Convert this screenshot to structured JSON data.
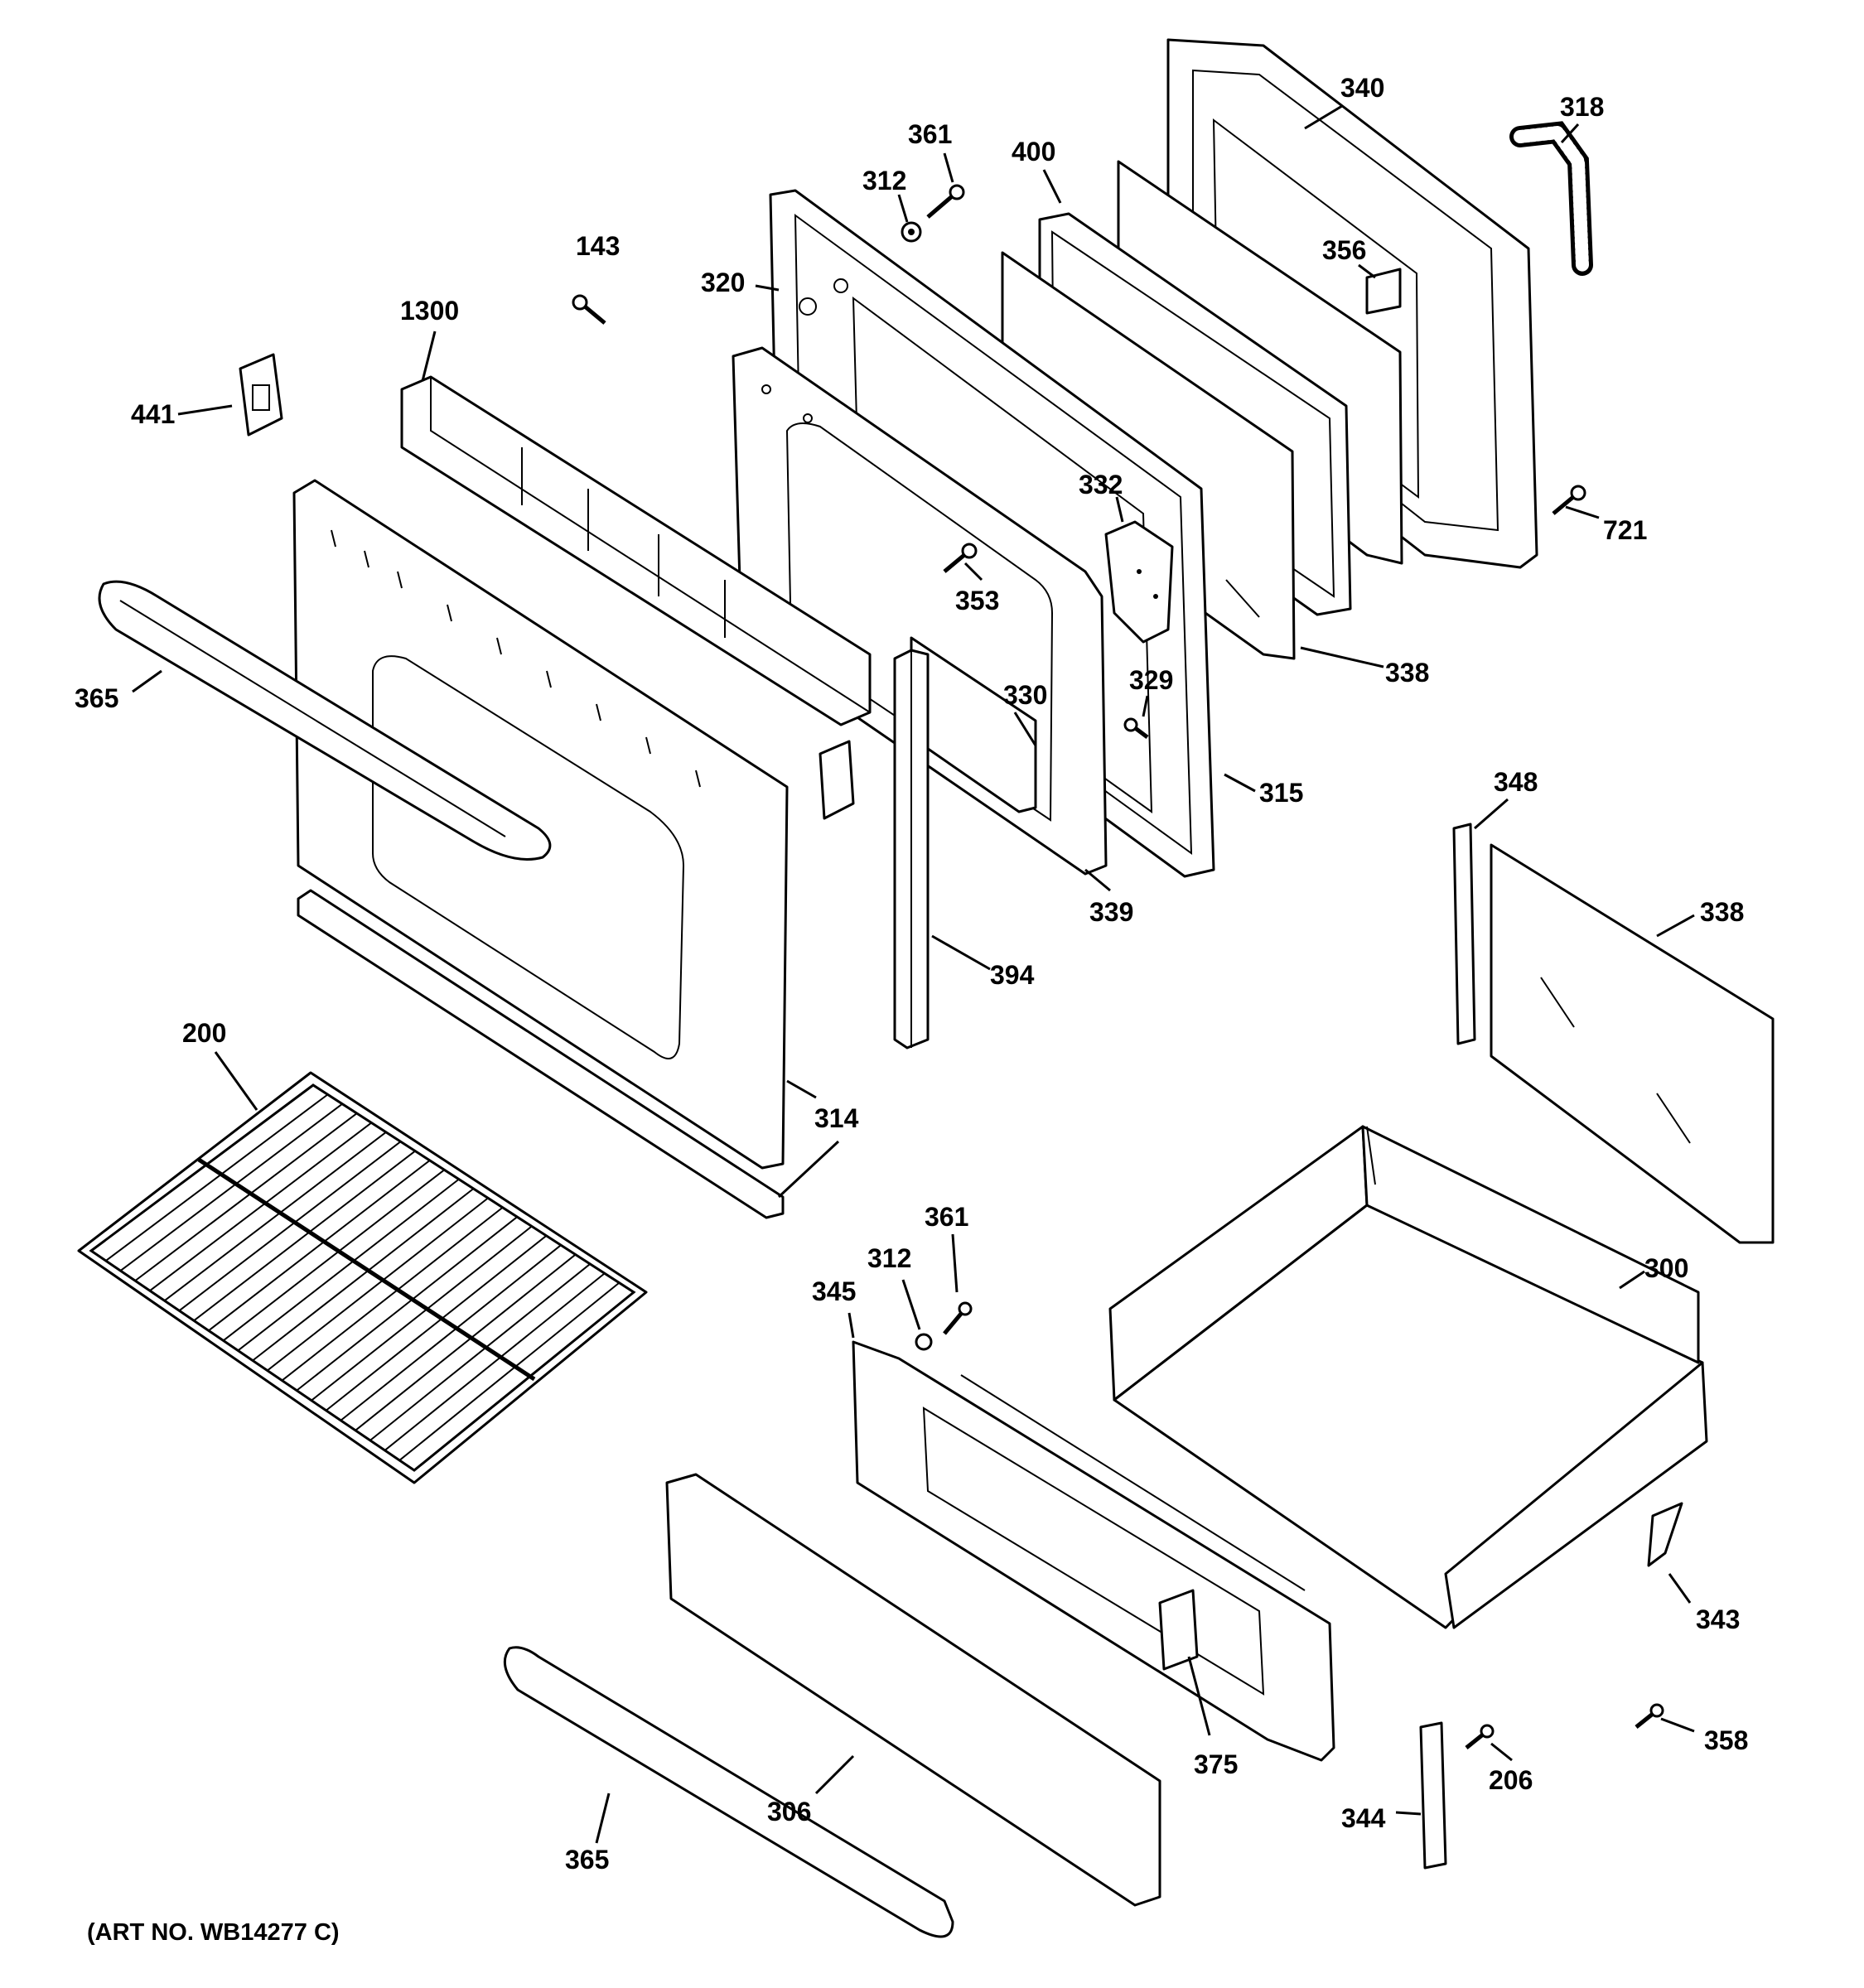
{
  "diagram": {
    "art_number": "(ART NO. WB14277 C)",
    "callouts": [
      {
        "id": "c340",
        "label": "340"
      },
      {
        "id": "c318",
        "label": "318"
      },
      {
        "id": "c361a",
        "label": "361"
      },
      {
        "id": "c400",
        "label": "400"
      },
      {
        "id": "c312a",
        "label": "312"
      },
      {
        "id": "c143",
        "label": "143"
      },
      {
        "id": "c320",
        "label": "320"
      },
      {
        "id": "c356",
        "label": "356"
      },
      {
        "id": "c1300",
        "label": "1300"
      },
      {
        "id": "c441",
        "label": "441"
      },
      {
        "id": "c332",
        "label": "332"
      },
      {
        "id": "c721",
        "label": "721"
      },
      {
        "id": "c353",
        "label": "353"
      },
      {
        "id": "c338a",
        "label": "338"
      },
      {
        "id": "c365a",
        "label": "365"
      },
      {
        "id": "c329",
        "label": "329"
      },
      {
        "id": "c330",
        "label": "330"
      },
      {
        "id": "c315",
        "label": "315"
      },
      {
        "id": "c348",
        "label": "348"
      },
      {
        "id": "c339",
        "label": "339"
      },
      {
        "id": "c338b",
        "label": "338"
      },
      {
        "id": "c394",
        "label": "394"
      },
      {
        "id": "c200",
        "label": "200"
      },
      {
        "id": "c314",
        "label": "314"
      },
      {
        "id": "c361b",
        "label": "361"
      },
      {
        "id": "c312b",
        "label": "312"
      },
      {
        "id": "c300",
        "label": "300"
      },
      {
        "id": "c345",
        "label": "345"
      },
      {
        "id": "c343",
        "label": "343"
      },
      {
        "id": "c358",
        "label": "358"
      },
      {
        "id": "c375",
        "label": "375"
      },
      {
        "id": "c206",
        "label": "206"
      },
      {
        "id": "c306",
        "label": "306"
      },
      {
        "id": "c344",
        "label": "344"
      },
      {
        "id": "c365b",
        "label": "365"
      }
    ]
  }
}
